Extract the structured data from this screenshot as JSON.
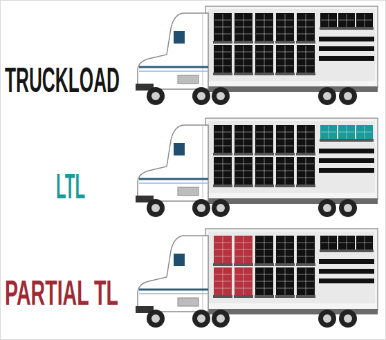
{
  "diagram": {
    "labels": [
      "TRUCKLOAD",
      "LTL",
      "PARTIAL TL"
    ]
  }
}
